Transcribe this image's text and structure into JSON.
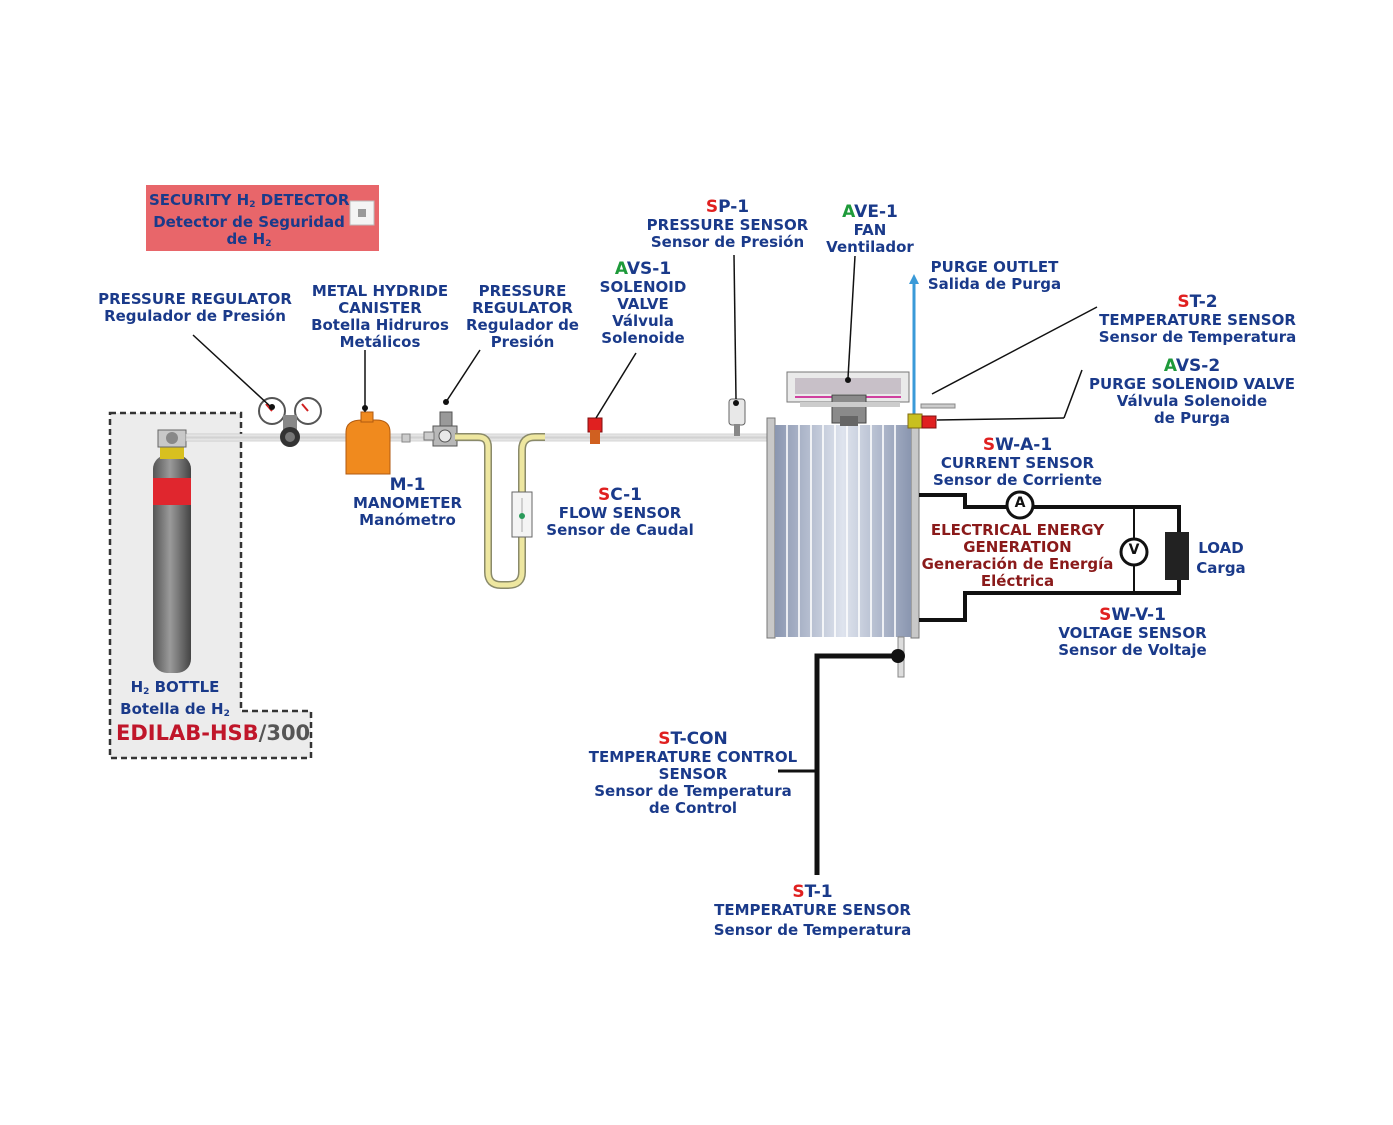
{
  "security_detector": {
    "line1_pre": "SECURITY H",
    "line1_sub": "2",
    "line1_post": " DETECTOR",
    "line2": "Detector de Seguridad",
    "line3_pre": "de H",
    "line3_sub": "2"
  },
  "pressure_regulator_1": {
    "en": "PRESSURE REGULATOR",
    "es": "Regulador de Presión"
  },
  "metal_hydride": {
    "en1": "METAL HYDRIDE",
    "en2": "CANISTER",
    "es1": "Botella Hidruros",
    "es2": "Metálicos"
  },
  "pressure_regulator_2": {
    "en1": "PRESSURE",
    "en2": "REGULATOR",
    "es1": "Regulador de",
    "es2": "Presión"
  },
  "solenoid_valve": {
    "code_first": "A",
    "code_rest": "VS-1",
    "en1": "SOLENOID",
    "en2": "VALVE",
    "es1": "Válvula",
    "es2": "Solenoide"
  },
  "pressure_sensor": {
    "code_first": "S",
    "code_rest": "P-1",
    "en": "PRESSURE SENSOR",
    "es": "Sensor de Presión"
  },
  "fan": {
    "code_first": "A",
    "code_rest": "VE-1",
    "en": "FAN",
    "es": "Ventilador"
  },
  "purge_outlet": {
    "en": "PURGE OUTLET",
    "es": "Salida de Purga"
  },
  "temp_sensor_2": {
    "code_first": "S",
    "code_rest": "T-2",
    "en": "TEMPERATURE SENSOR",
    "es": "Sensor de Temperatura"
  },
  "purge_valve": {
    "code_first": "A",
    "code_rest": "VS-2",
    "en": "PURGE SOLENOID VALVE",
    "es1": "Válvula Solenoide",
    "es2": "de Purga"
  },
  "current_sensor": {
    "code_first": "S",
    "code_rest": "W-A-1",
    "en": "CURRENT SENSOR",
    "es": "Sensor de Corriente"
  },
  "energy_generation": {
    "en1": "ELECTRICAL ENERGY",
    "en2": "GENERATION",
    "es1": "Generación de Energía",
    "es2": "Eléctrica"
  },
  "load": {
    "en": "LOAD",
    "es": "Carga"
  },
  "voltage_sensor": {
    "code_first": "S",
    "code_rest": "W-V-1",
    "en": "VOLTAGE SENSOR",
    "es": "Sensor de Voltaje"
  },
  "manometer": {
    "code": "M-1",
    "en": "MANOMETER",
    "es": "Manómetro"
  },
  "flow_sensor": {
    "code_first": "S",
    "code_rest": "C-1",
    "en": "FLOW SENSOR",
    "es": "Sensor de Caudal"
  },
  "temp_control": {
    "code_first": "S",
    "code_rest": "T-CON",
    "en1": "TEMPERATURE CONTROL",
    "en2": "SENSOR",
    "es1": "Sensor de Temperatura",
    "es2": "de Control"
  },
  "temp_sensor_1": {
    "code_first": "S",
    "code_rest": "T-1",
    "en": "TEMPERATURE SENSOR",
    "es": "Sensor de Temperatura"
  },
  "h2_bottle": {
    "en_pre": "H",
    "en_sub": "2",
    "en_post": " BOTTLE",
    "es_pre": "Botella de H",
    "es_sub": "2"
  },
  "brand": {
    "name": "EDILAB-HSB",
    "num": "/300"
  },
  "meters": {
    "ammeter": "A",
    "voltmeter": "V"
  },
  "colors": {
    "label_blue": "#1a3a8a",
    "code_red": "#e02020",
    "code_green": "#1e9a3a",
    "maroon": "#8a1a1a",
    "detector_bg": "#e8666a",
    "canister_orange": "#f08a1e"
  }
}
